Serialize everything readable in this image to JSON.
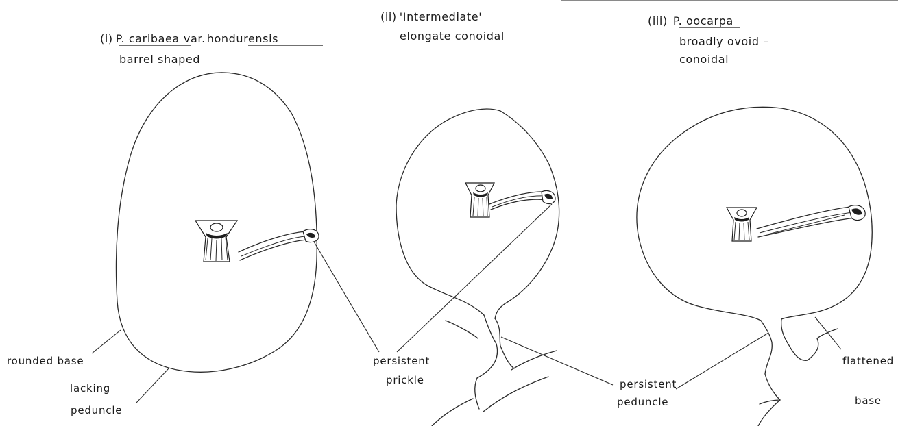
{
  "top_rule": true,
  "panels": [
    {
      "id": "i",
      "numeral": "(i)",
      "species": "P. caribaea",
      "connector": "var.",
      "variety": "hondurensis",
      "shape": "barrel shaped"
    },
    {
      "id": "ii",
      "numeral": "(ii)",
      "name": "'Intermediate'",
      "shape": "elongate conoidal"
    },
    {
      "id": "iii",
      "numeral": "(iii)",
      "species": "P. oocarpa",
      "shape_line1": "broadly ovoid –",
      "shape_line2": "conoidal"
    }
  ],
  "annotations": {
    "rounded_base": "rounded base",
    "lacking": "lacking",
    "peduncle_lacking": "peduncle",
    "persistent_prickle_1": "persistent",
    "persistent_prickle_2": "prickle",
    "persistent_peduncle_1": "persistent",
    "persistent_peduncle_2": "peduncle",
    "flattened_base_1": "flattened",
    "flattened_base_2": "base"
  }
}
